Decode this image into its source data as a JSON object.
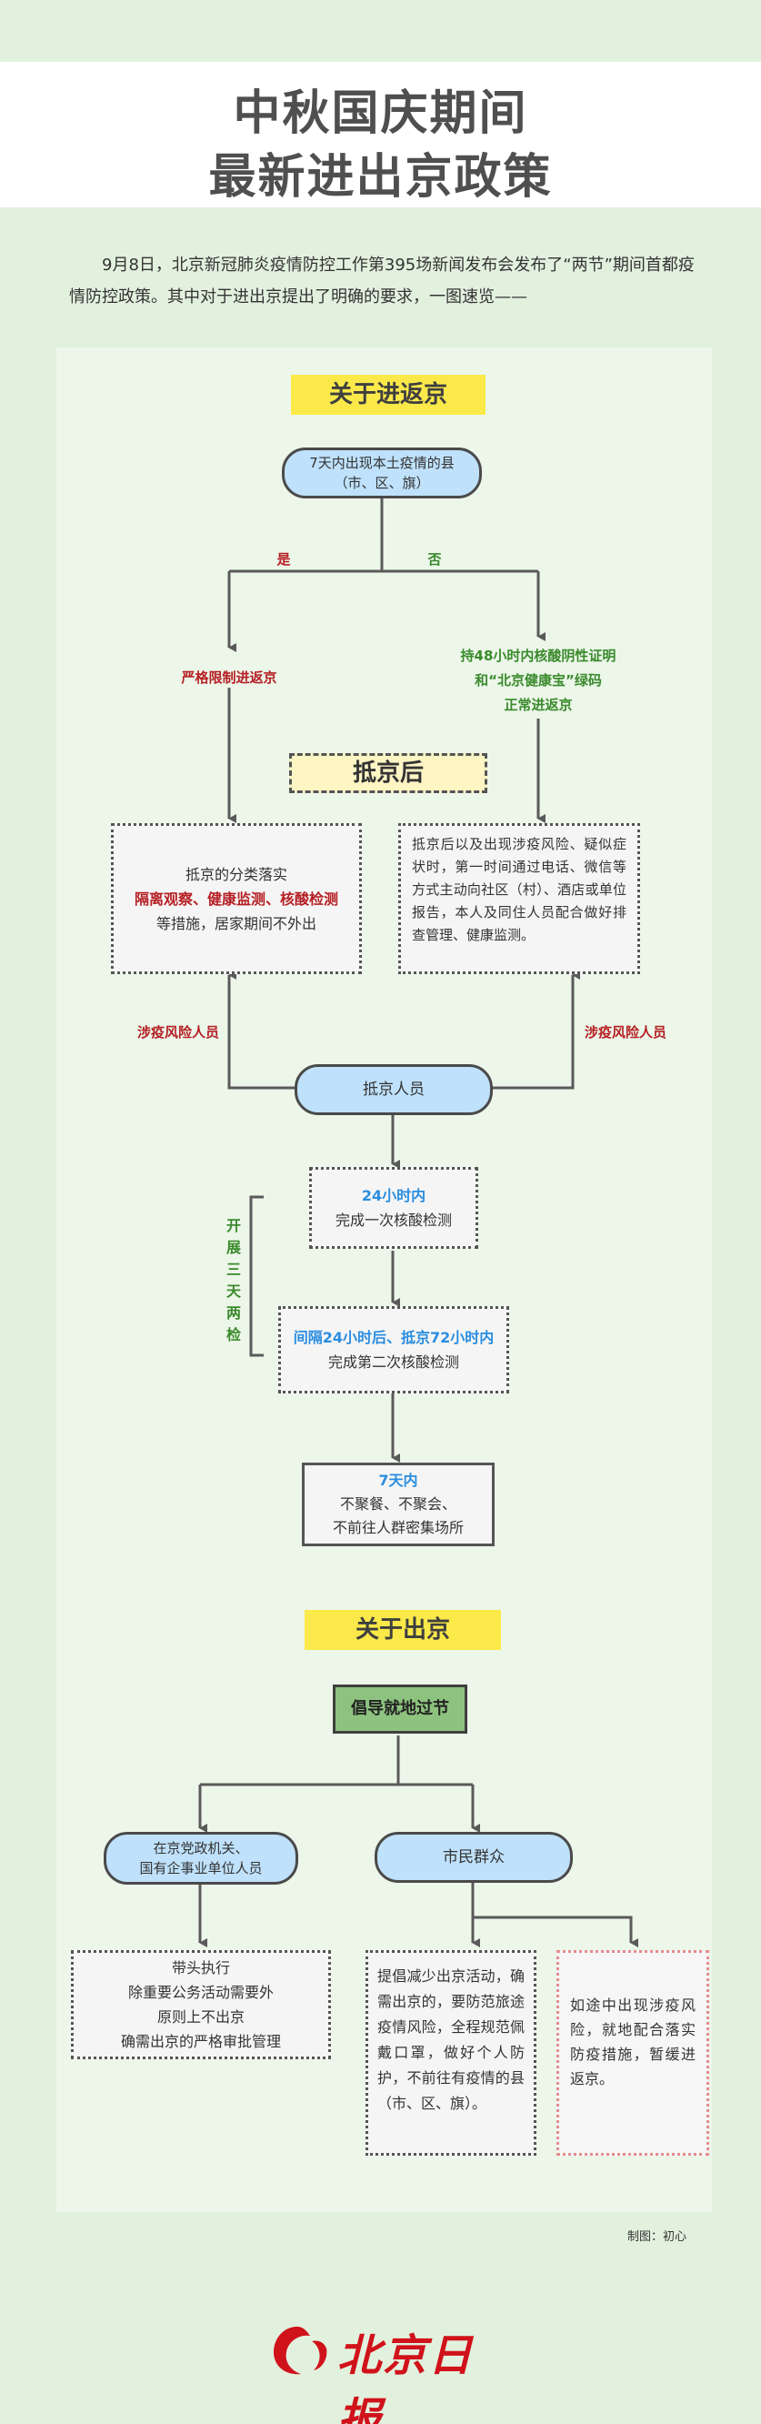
{
  "title": {
    "line1": "中秋国庆期间",
    "line2": "最新进出京政策"
  },
  "intro": "9月8日，北京新冠肺炎疫情防控工作第395场新闻发布会发布了“两节”期间首都疫情防控政策。其中对于进出京提出了明确的要求，一图速览——",
  "enter": {
    "section_title": "关于进返京",
    "start_node": {
      "line1": "7天内出现本土疫情的县",
      "line2": "（市、区、旗）"
    },
    "branch_yes": "是",
    "branch_no": "否",
    "yes_result": "严格限制进返京",
    "no_result": {
      "line1": "持48小时内核酸阴性证明",
      "line2": "和“北京健康宝”绿码",
      "line3": "正常进返京"
    },
    "after_title": "抵京后",
    "left_box": {
      "line1": "抵京的分类落实",
      "line2": "隔离观察、健康监测、核酸检测",
      "line3": "等措施，居家期间不外出"
    },
    "right_box": "抵京后以及出现涉疫风险、疑似症状时，第一时间通过电话、微信等方式主动向社区（村）、酒店或单位报告，本人及同住人员配合做好排查管理、健康监测。",
    "risk_left": "涉疫风险人员",
    "risk_right": "涉疫风险人员",
    "arrival_node": "抵京人员",
    "side_label": "开展三天两检",
    "test1": {
      "line1": "24小时内",
      "line2": "完成一次核酸检测"
    },
    "test2": {
      "line1": "间隔24小时后、抵京72小时内",
      "line2": "完成第二次核酸检测"
    },
    "seven_days": {
      "line1": "7天内",
      "line2": "不聚餐、不聚会、",
      "line3": "不前往人群密集场所"
    }
  },
  "leave": {
    "section_title": "关于出京",
    "advocate": "倡导就地过节",
    "gov_node": {
      "line1": "在京党政机关、",
      "line2": "国有企事业单位人员"
    },
    "citizen_node": "市民群众",
    "gov_box": {
      "line1": "带头执行",
      "line2": "除重要公务活动需要外",
      "line3": "原则上不出京",
      "line4": "确需出京的严格审批管理"
    },
    "citizen_box": "提倡减少出京活动，确需出京的，要防范旅途疫情风险，全程规范佩戴口罩，做好个人防护，不前往有疫情的县（市、区、旗）。",
    "risk_box": "如途中出现涉疫风险，就地配合落实防疫措施，暂缓进返京。"
  },
  "credit": "制图：初心",
  "logo_text": "北京日报",
  "colors": {
    "accent_yellow": "#fbe94a",
    "node_blue": "#bfe1fb",
    "red_text": "#b51f24",
    "green_text": "#3a8a2c",
    "blue_text": "#2a8de0",
    "logo_red": "#d0121b"
  }
}
